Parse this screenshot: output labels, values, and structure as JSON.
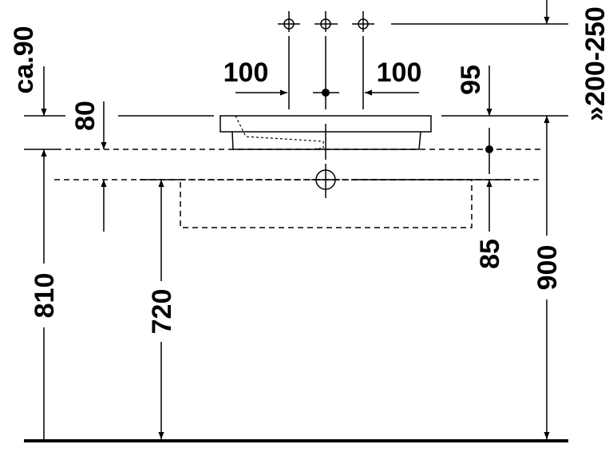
{
  "drawing": {
    "dimensions": {
      "ca90": "ca.90",
      "d80": "80",
      "d100_left": "100",
      "d100_right": "100",
      "d95": "95",
      "d200_250": "»200-250",
      "d810": "810",
      "d720": "720",
      "d85": "85",
      "d900": "900"
    }
  }
}
